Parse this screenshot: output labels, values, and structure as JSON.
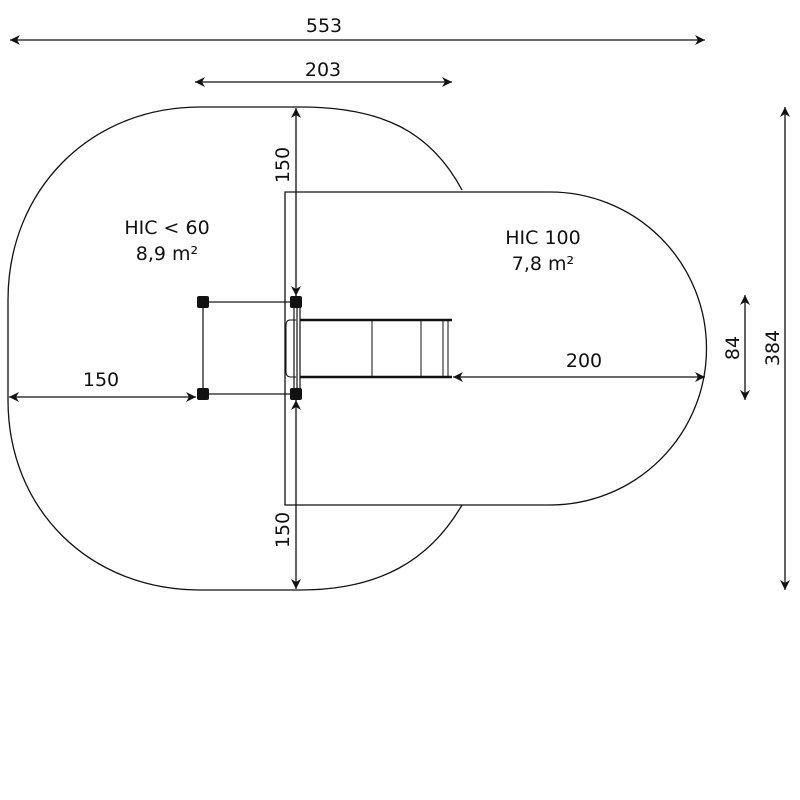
{
  "dimensions": {
    "total_width": "553",
    "center_width": "203",
    "top_depth": "150",
    "bottom_depth": "150",
    "left_clearance": "150",
    "slide_clearance": "200",
    "equipment_width": "84",
    "total_depth": "384"
  },
  "zones": {
    "left": {
      "hic": "HIC < 60",
      "area": "8,9 m²"
    },
    "right": {
      "hic": "HIC 100",
      "area": "7,8 m²"
    }
  },
  "colors": {
    "line": "#111111",
    "background": "#ffffff"
  }
}
